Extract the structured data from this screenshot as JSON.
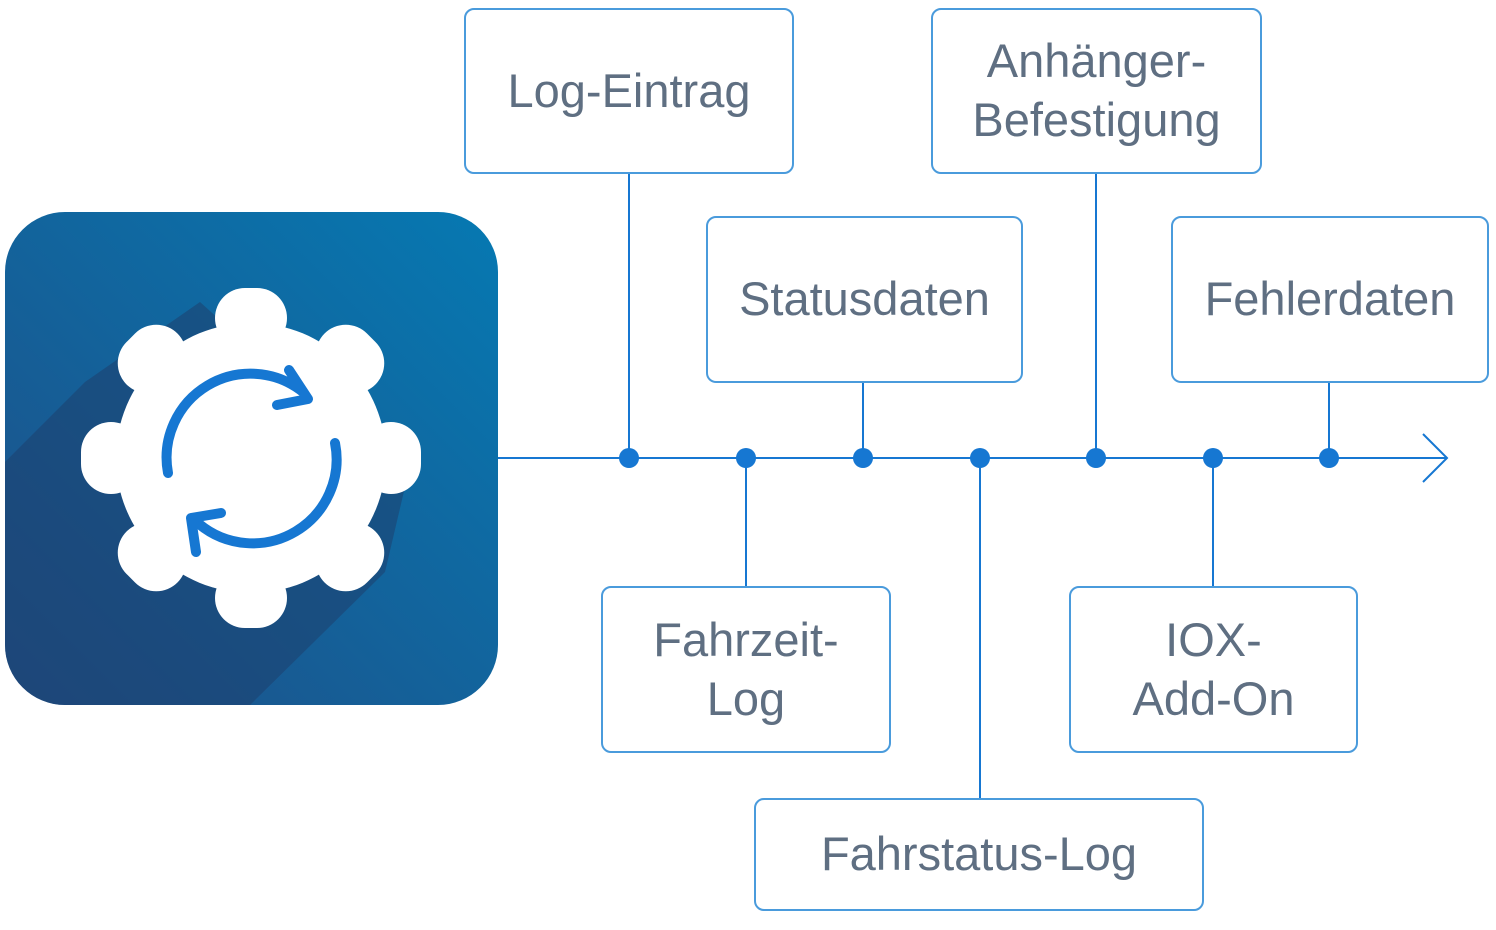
{
  "colors": {
    "line": "#1677d2",
    "box_border": "#4a9bdc",
    "box_text": "#5f6f82",
    "icon_bg_light": "#0679b2",
    "icon_bg_dark": "#1f4e86",
    "icon_shadow": "#1d3f6e",
    "gear": "#ffffff",
    "arrows": "#1677d2"
  },
  "icon": {
    "name": "gear-sync-icon"
  },
  "nodes": [
    {
      "id": "log-eintrag",
      "label": "Log-Eintrag",
      "side": "top"
    },
    {
      "id": "fahrzeit-log",
      "label": "Fahrzeit-\nLog",
      "side": "bottom"
    },
    {
      "id": "statusdaten",
      "label": "Statusdaten",
      "side": "top"
    },
    {
      "id": "fahrstatus-log",
      "label": "Fahrstatus-Log",
      "side": "bottom"
    },
    {
      "id": "anhaenger-befestigung",
      "label": "Anhänger-\nBefestigung",
      "side": "top"
    },
    {
      "id": "iox-add-on",
      "label": "IOX-\nAdd-On",
      "side": "bottom"
    },
    {
      "id": "fehlerdaten",
      "label": "Fehlerdaten",
      "side": "top"
    }
  ]
}
